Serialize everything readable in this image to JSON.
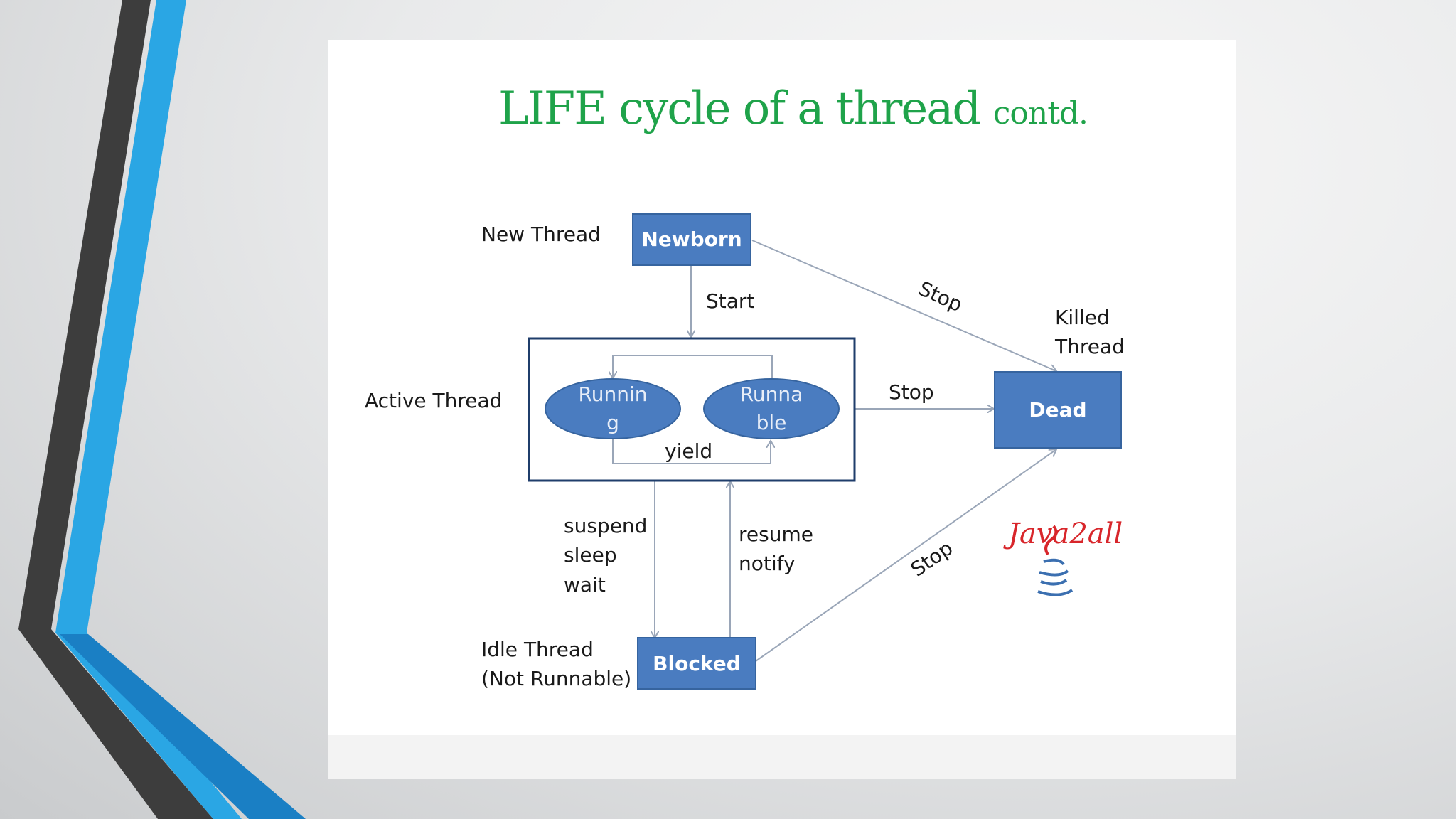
{
  "slide": {
    "title_main": "LIFE cycle of a thread",
    "title_suffix": "contd."
  },
  "diagram": {
    "states": {
      "newborn": "Newborn",
      "running_line1": "Runnin",
      "running_line2": "g",
      "runnable_line1": "Runna",
      "runnable_line2": "ble",
      "dead": "Dead",
      "blocked": "Blocked"
    },
    "labels": {
      "new_thread": "New Thread",
      "active_thread": "Active Thread",
      "killed_thread_line1": "Killed",
      "killed_thread_line2": "Thread",
      "idle_thread_line1": "Idle Thread",
      "idle_thread_line2": "(Not Runnable)"
    },
    "transitions": {
      "start": "Start",
      "stop_top": "Stop",
      "stop_middle": "Stop",
      "stop_bottom": "Stop",
      "yield": "yield",
      "suspend": "suspend",
      "sleep": "sleep",
      "wait": "wait",
      "resume": "resume",
      "notify": "notify"
    },
    "logo": {
      "text": "Java2all",
      "icon": "java-cup-icon"
    }
  },
  "colors": {
    "title": "#1fa34a",
    "state_box": "#4a7cc0",
    "accent_blue": "#29a3e0",
    "accent_dark": "#3d3d3d",
    "logo_red": "#d8262b"
  }
}
